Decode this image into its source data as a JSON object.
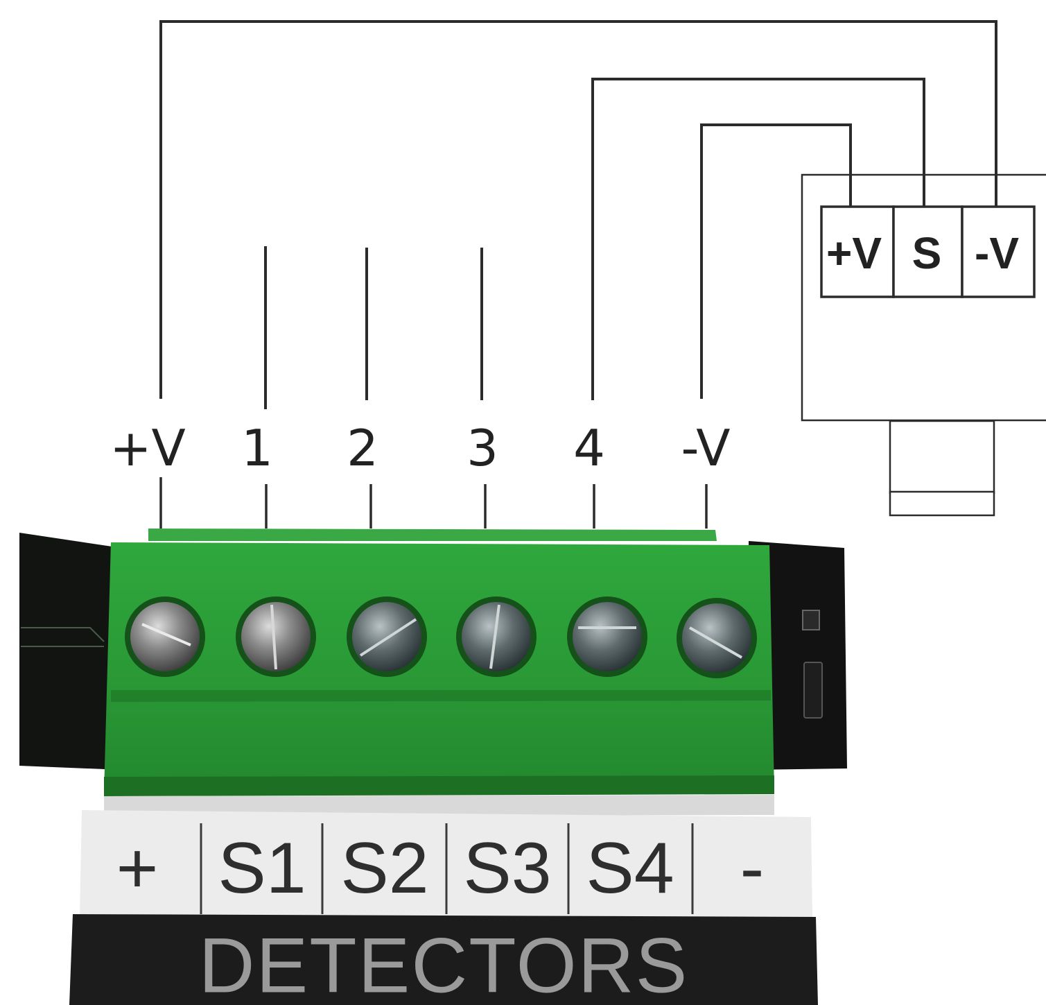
{
  "detector": {
    "terminals": [
      "+V",
      "S",
      "-V"
    ]
  },
  "wire_labels": [
    "+V",
    "1",
    "2",
    "3",
    "4",
    "-V"
  ],
  "terminal_strip": {
    "labels": [
      "+",
      "S1",
      "S2",
      "S3",
      "S4",
      "-"
    ],
    "banner": "DETECTORS"
  },
  "colors": {
    "line": "#2b2b2b",
    "connector_green": "#2f9e3a",
    "connector_dark_green": "#1f7a28",
    "strip_background": "#ececec",
    "banner_background": "#1c1c1c",
    "banner_text": "#9a9a9a",
    "board_black": "#111111"
  }
}
